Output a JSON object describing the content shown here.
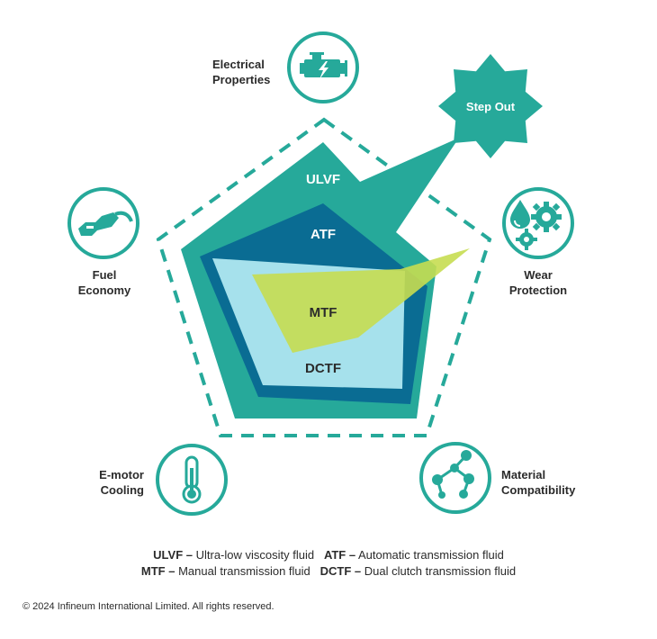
{
  "colors": {
    "teal": "#26a99a",
    "dark_blue": "#0a6c93",
    "light_blue": "#a6e1ec",
    "lime": "#c7dd51",
    "text": "#2b2b2b",
    "white": "#ffffff"
  },
  "axes": [
    {
      "id": "electrical",
      "line1": "Electrical",
      "line2": "Properties",
      "icon": "engine-bolt-icon"
    },
    {
      "id": "wear",
      "line1": "Wear",
      "line2": "Protection",
      "icon": "drop-gears-icon"
    },
    {
      "id": "material",
      "line1": "Material",
      "line2": "Compatibility",
      "icon": "molecule-icon"
    },
    {
      "id": "emotor",
      "line1": "E-motor",
      "line2": "Cooling",
      "icon": "thermometer-icon"
    },
    {
      "id": "fuel",
      "line1": "Fuel",
      "line2": "Economy",
      "icon": "fuel-nozzle-icon"
    }
  ],
  "shapes": {
    "ulvf": "ULVF",
    "atf": "ATF",
    "mtf": "MTF",
    "dctf": "DCTF",
    "step_out": "Step Out"
  },
  "legend": {
    "row1": [
      {
        "abbr": "ULVF –",
        "text": " Ultra-low viscosity fluid"
      },
      {
        "abbr": "ATF –",
        "text": " Automatic transmission fluid"
      }
    ],
    "row2": [
      {
        "abbr": "MTF –",
        "text": " Manual transmission fluid"
      },
      {
        "abbr": "DCTF –",
        "text": " Dual clutch transmission fluid"
      }
    ]
  },
  "copyright": "© 2024 Infineum International Limited. All rights reserved."
}
